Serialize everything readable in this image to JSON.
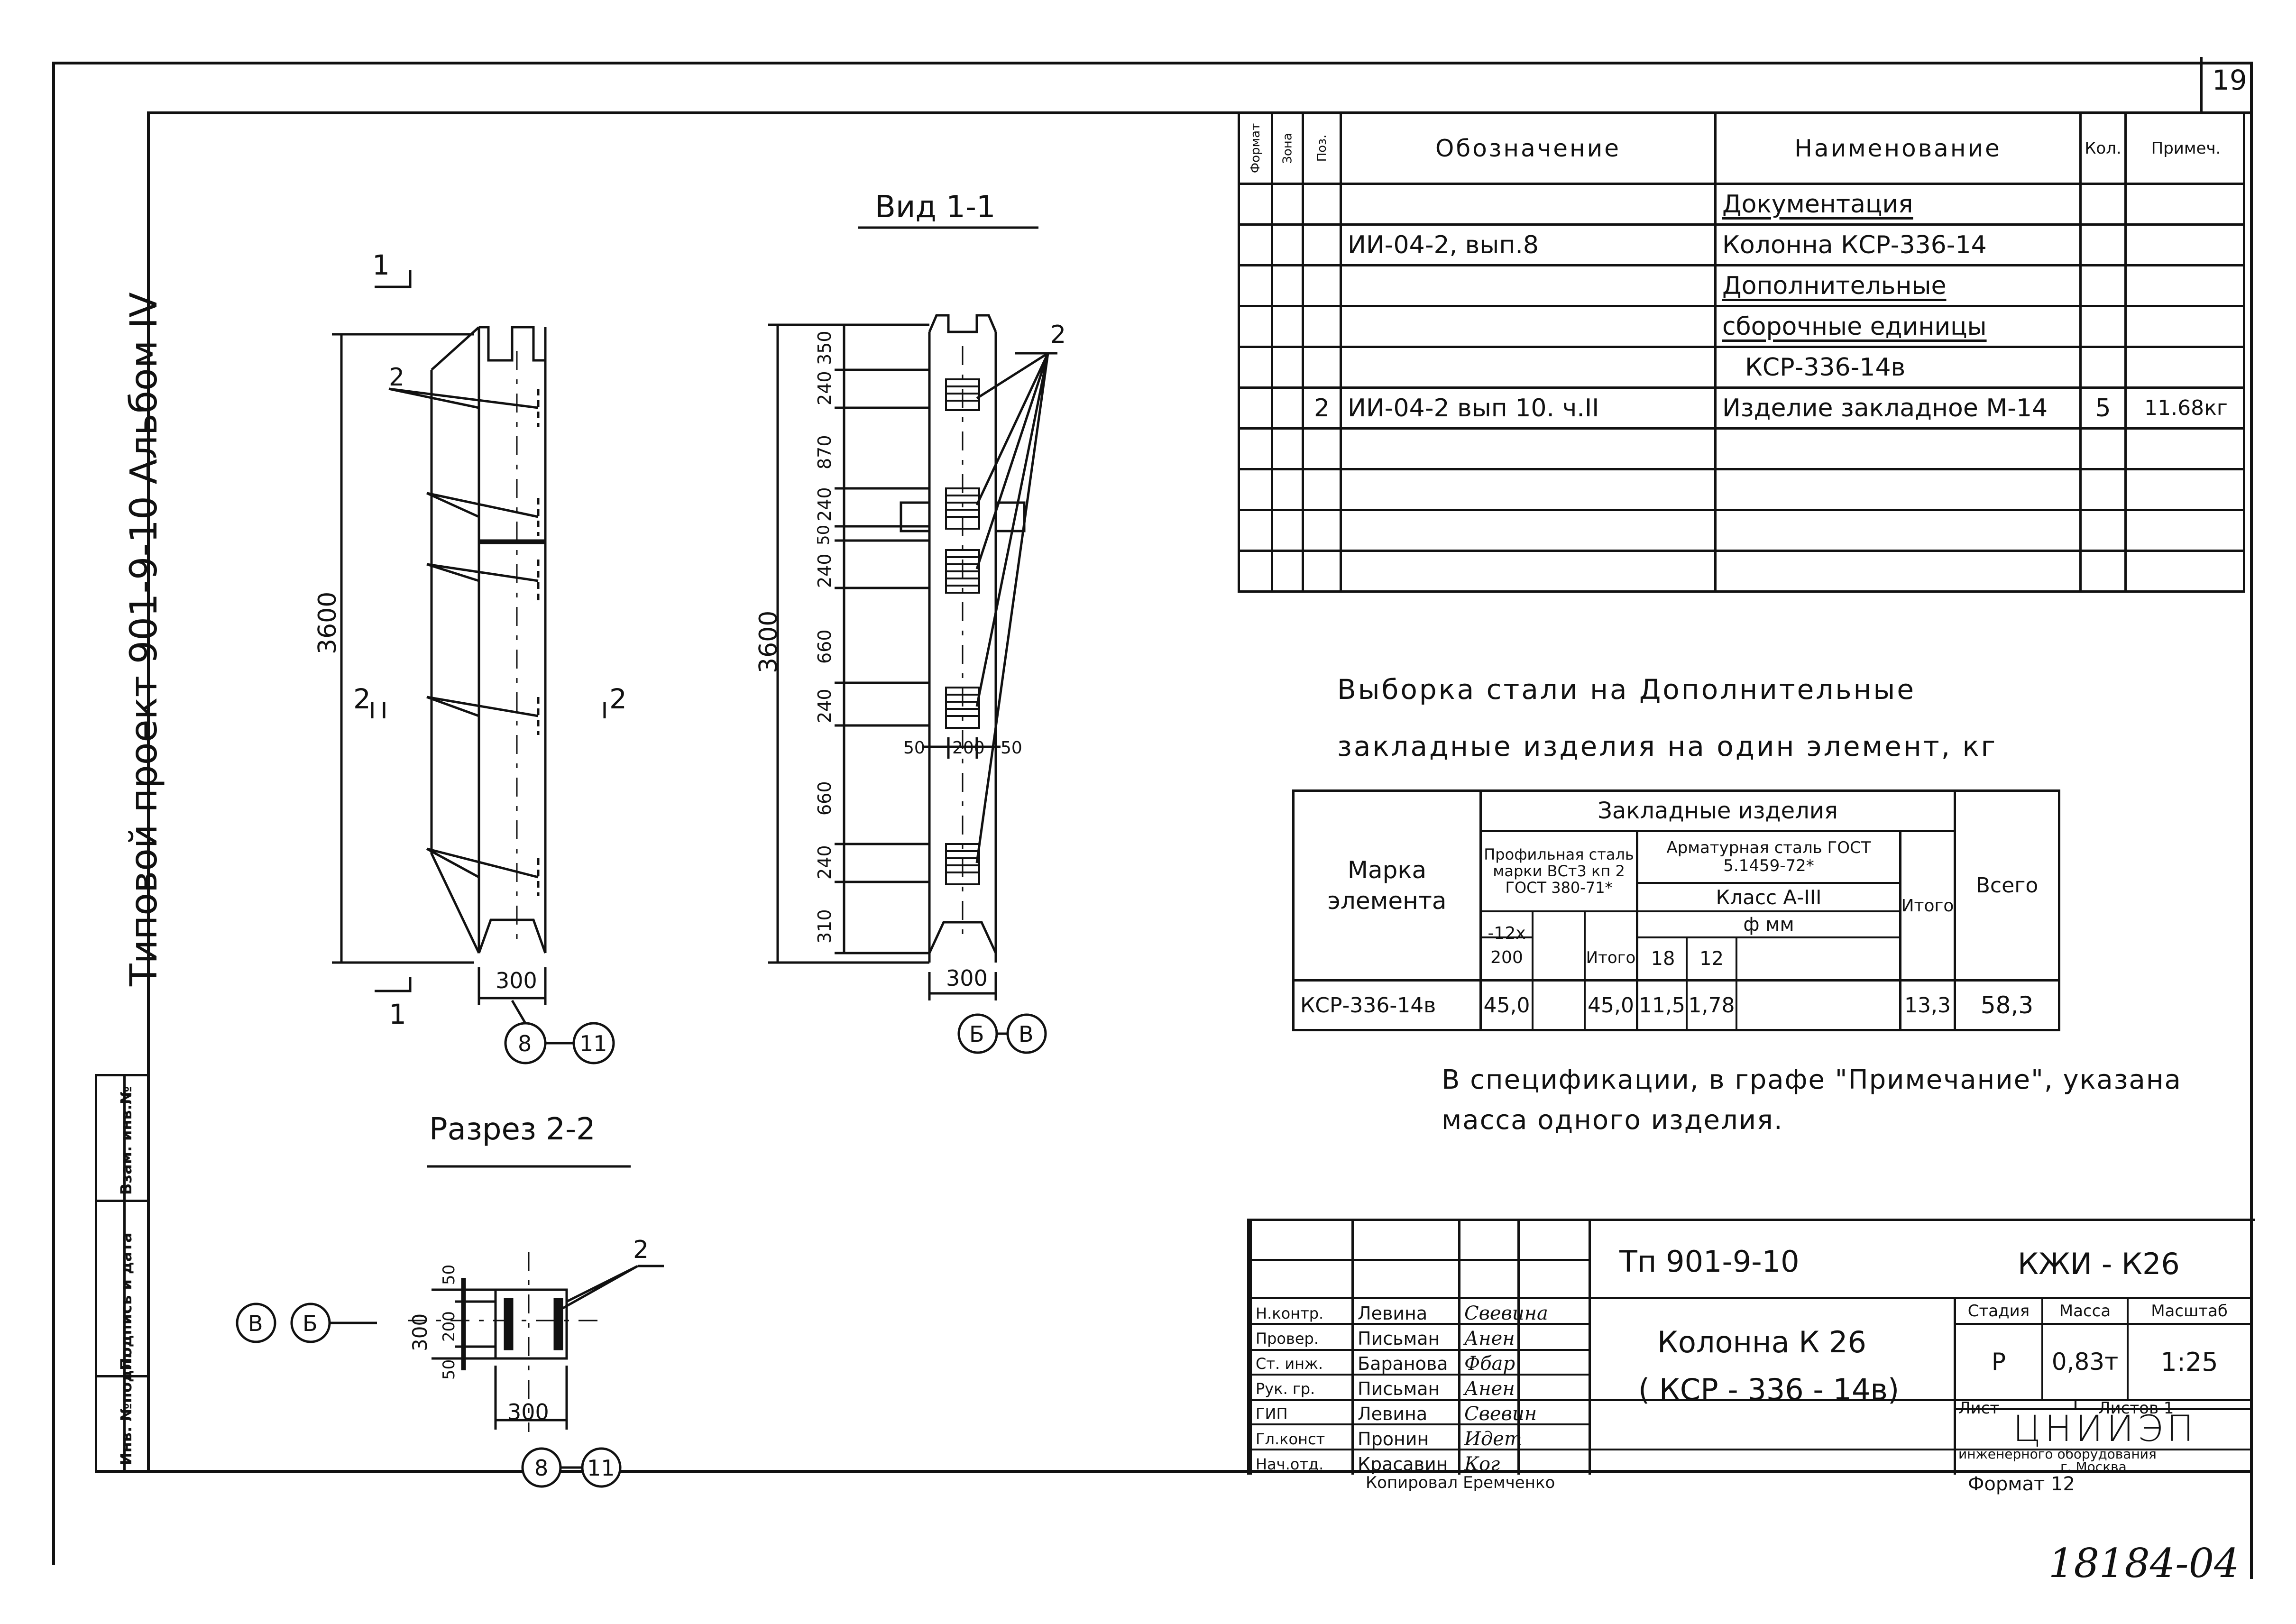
{
  "sheet_number": "19",
  "archive_number": "18184-04",
  "left_margin": {
    "title": "Типовой проект   901-9-10      Альбом  IV",
    "stamps": [
      "Инв. №подл.",
      "Подпись и дата",
      "Взам. инв.№"
    ]
  },
  "views": {
    "view_1_1_title": "Вид  1-1",
    "section_2_2_title": "Разрез 2-2",
    "section_marks": {
      "left_top": "1",
      "left_bottom": "1",
      "cut_left": "2",
      "cut_right": "2"
    },
    "left_view": {
      "height_dim": "3600",
      "width_dim": "300",
      "callout": "2",
      "axis_a": "8",
      "axis_b": "11"
    },
    "right_view": {
      "height_dim": "3600",
      "width_dim": "300",
      "callout": "2",
      "segment_dims": [
        "350",
        "240",
        "870",
        "240",
        "50",
        "240",
        "660",
        "240",
        "660",
        "240",
        "310"
      ],
      "plate_dims": [
        "50",
        "200",
        "50"
      ],
      "axis_a": "Б",
      "axis_b": "В"
    },
    "section_view": {
      "dims_v": [
        "50",
        "200",
        "50"
      ],
      "dim_300v": "300",
      "width_dim": "300",
      "callout": "2",
      "axis_left_a": "В",
      "axis_left_b": "Б",
      "axis_a": "8",
      "axis_b": "11"
    }
  },
  "spec": {
    "headers": [
      "Формат",
      "Зона",
      "Поз.",
      "Обозначение",
      "Наименование",
      "Кол.",
      "Примеч."
    ],
    "rows": [
      {
        "fmt": "",
        "zone": "",
        "pos": "",
        "code": "",
        "name": "Документация",
        "qty": "",
        "note": "",
        "underline": true
      },
      {
        "fmt": "",
        "zone": "",
        "pos": "",
        "code": "ИИ-04-2, вып.8",
        "name": "Колонна КСР-336-14",
        "qty": "",
        "note": "",
        "underline": false
      },
      {
        "fmt": "",
        "zone": "",
        "pos": "",
        "code": "",
        "name": "Дополнительные",
        "qty": "",
        "note": "",
        "underline": true
      },
      {
        "fmt": "",
        "zone": "",
        "pos": "",
        "code": "",
        "name": "сборочные единицы",
        "qty": "",
        "note": "",
        "underline": true
      },
      {
        "fmt": "",
        "zone": "",
        "pos": "",
        "code": "",
        "name": "КСР-336-14в",
        "qty": "",
        "note": "",
        "underline": false
      },
      {
        "fmt": "",
        "zone": "",
        "pos": "2",
        "code": "ИИ-04-2  вып 10. ч.II",
        "name": "Изделие закладное М-14",
        "qty": "5",
        "note": "11.68кг",
        "underline": false
      },
      {
        "fmt": "",
        "zone": "",
        "pos": "",
        "code": "",
        "name": "",
        "qty": "",
        "note": "",
        "underline": false
      },
      {
        "fmt": "",
        "zone": "",
        "pos": "",
        "code": "",
        "name": "",
        "qty": "",
        "note": "",
        "underline": false
      },
      {
        "fmt": "",
        "zone": "",
        "pos": "",
        "code": "",
        "name": "",
        "qty": "",
        "note": "",
        "underline": false
      },
      {
        "fmt": "",
        "zone": "",
        "pos": "",
        "code": "",
        "name": "",
        "qty": "",
        "note": "",
        "underline": false
      }
    ]
  },
  "steel": {
    "title_line1": "Выборка   стали   на  Дополнительные",
    "title_line2": "закладные   изделия  на  один   элемент, кг",
    "h_mark": "Марка элемента",
    "h_embedded": "Закладные   изделия",
    "h_profile": "Профильная сталь марки ВСт3 кп 2 ГОСТ 380-71*",
    "h_rebar": "Арматурная сталь ГОСТ 5.1459-72*",
    "h_class": "Класс  А-III",
    "h_diam": "ф мм",
    "h_plate": "-12х 200",
    "h_total": "Итого",
    "h_grand": "Всего",
    "d18": "18",
    "d12": "12",
    "row": {
      "mark": "КСР-336-14в",
      "profile": "45,0",
      "profile_total": "45,0",
      "r18": "11,5",
      "r12": "1,78",
      "total": "13,3",
      "grand": "58,3"
    }
  },
  "note": {
    "line1": "В спецификации, в графе \"Примечание\", указана",
    "line2": "масса одного  изделия."
  },
  "title_block": {
    "project": "Тп   901-9-10",
    "sheet_code": "КЖИ - К26",
    "product_line1": "Колонна  К 26",
    "product_line2": "( КСР - 336 - 14в)",
    "stage_h": "Стадия",
    "mass_h": "Масса",
    "scale_h": "Масштаб",
    "stage": "Р",
    "mass": "0,83т",
    "scale": "1:25",
    "sheet_h": "Лист",
    "sheets_h": "Листов 1",
    "org": "ЦНИИЭП",
    "org_line2": "инженерного оборудования",
    "org_line3": "г. Москва",
    "people": [
      {
        "role": "Н.контр.",
        "name": "Левина",
        "sign": "Свевина"
      },
      {
        "role": "Провер.",
        "name": "Письман",
        "sign": "Анен"
      },
      {
        "role": "Ст. инж.",
        "name": "Баранова",
        "sign": "Фбар"
      },
      {
        "role": "Рук. гр.",
        "name": "Письман",
        "sign": "Анен"
      },
      {
        "role": "ГИП",
        "name": "Левина",
        "sign": "Свевин"
      },
      {
        "role": "Гл.конст",
        "name": "Пронин",
        "sign": "Идет"
      },
      {
        "role": "Нач.отд.",
        "name": "Красавин",
        "sign": "Ког"
      }
    ],
    "copied": "Копировал  Еремченко",
    "format": "Формат  12"
  }
}
